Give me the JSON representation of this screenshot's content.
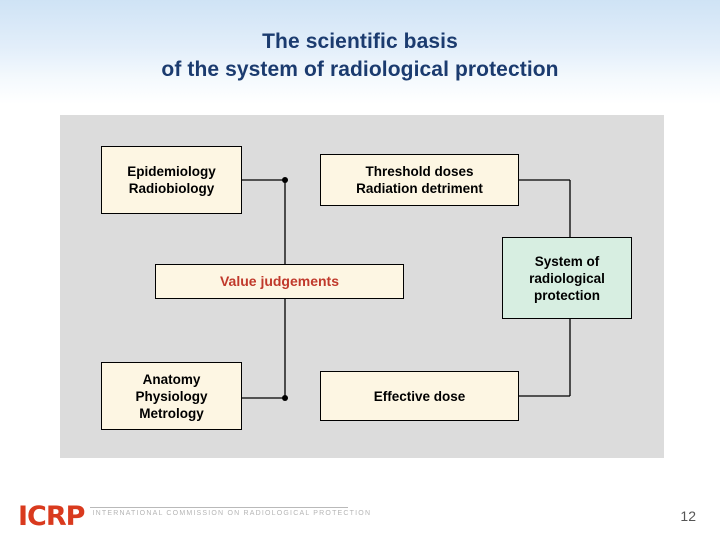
{
  "slide": {
    "title_line1": "The scientific basis",
    "title_line2": "of the system of radiological protection",
    "page_number": "12",
    "title_color": "#1b3b6f",
    "panel_color": "#dcdcdc"
  },
  "diagram": {
    "boxes": [
      {
        "id": "epidemiology",
        "label": "Epidemiology\nRadiobiology",
        "fill": "#fdf6e3",
        "text_color": "#000000"
      },
      {
        "id": "threshold",
        "label": "Threshold doses\nRadiation detriment",
        "fill": "#fdf6e3",
        "text_color": "#000000"
      },
      {
        "id": "value-judgements",
        "label": "Value judgements",
        "fill": "#fdf6e3",
        "text_color": "#c0392b"
      },
      {
        "id": "system",
        "label": "System of\nradiological\nprotection",
        "fill": "#d7eee1",
        "text_color": "#000000"
      },
      {
        "id": "anatomy",
        "label": "Anatomy\nPhysiology\nMetrology",
        "fill": "#fdf6e3",
        "text_color": "#000000"
      },
      {
        "id": "effective-dose",
        "label": "Effective dose",
        "fill": "#fdf6e3",
        "text_color": "#000000"
      }
    ]
  },
  "footer": {
    "logo_text": "ICRP",
    "logo_subtitle": "INTERNATIONAL COMMISSION ON RADIOLOGICAL PROTECTION",
    "logo_color": "#d93a1e"
  }
}
